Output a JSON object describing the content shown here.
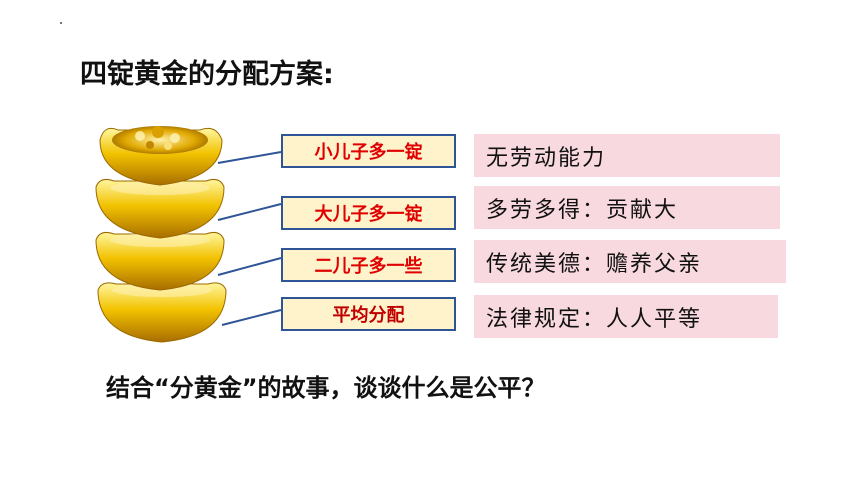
{
  "slide": {
    "title": "四锭黄金的分配方案:",
    "allocations": [
      {
        "label": "小儿子多一锭",
        "reason": "无劳动能力"
      },
      {
        "label": "大儿子多一锭",
        "reason": "多劳多得：贡献大"
      },
      {
        "label": "二儿子多一些",
        "reason": "传统美德：赡养父亲"
      },
      {
        "label": "平均分配",
        "reason": "法律规定：人人平等"
      }
    ],
    "question": "结合“分黄金”的故事，谈谈什么是公平？"
  },
  "colors": {
    "label_border": "#2f5597",
    "label_fill": "#fff3cc",
    "label_text": "#e00000",
    "reason_fill": "#f8d9df",
    "connector": "#2f5597",
    "gold": "#f2c200"
  }
}
